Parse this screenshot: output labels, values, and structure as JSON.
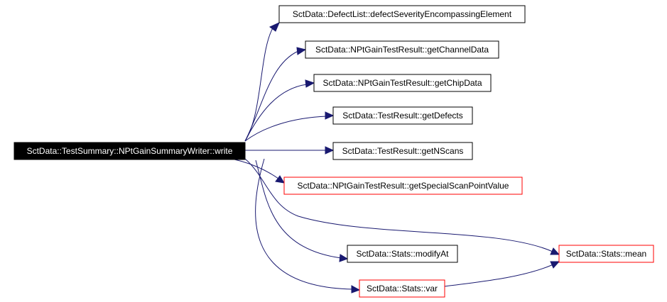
{
  "diagram": {
    "root": {
      "id": "root",
      "label": "SctData::TestSummary::NPtGainSummaryWriter::write"
    },
    "nodes": [
      {
        "id": "n1",
        "label": "SctData::DefectList::defectSeverityEncompassingElement",
        "truncated": false
      },
      {
        "id": "n2",
        "label": "SctData::NPtGainTestResult::getChannelData",
        "truncated": false
      },
      {
        "id": "n3",
        "label": "SctData::NPtGainTestResult::getChipData",
        "truncated": false
      },
      {
        "id": "n4",
        "label": "SctData::TestResult::getDefects",
        "truncated": false
      },
      {
        "id": "n5",
        "label": "SctData::TestResult::getNScans",
        "truncated": false
      },
      {
        "id": "n6",
        "label": "SctData::NPtGainTestResult::getSpecialScanPointValue",
        "truncated": true
      },
      {
        "id": "n7",
        "label": "SctData::Stats::modifyAt",
        "truncated": false
      },
      {
        "id": "n8",
        "label": "SctData::Stats::var",
        "truncated": true
      },
      {
        "id": "n9",
        "label": "SctData::Stats::mean",
        "truncated": true
      }
    ],
    "edges": [
      {
        "from": "root",
        "to": "n1"
      },
      {
        "from": "root",
        "to": "n2"
      },
      {
        "from": "root",
        "to": "n3"
      },
      {
        "from": "root",
        "to": "n4"
      },
      {
        "from": "root",
        "to": "n5"
      },
      {
        "from": "root",
        "to": "n6"
      },
      {
        "from": "root",
        "to": "n9"
      },
      {
        "from": "root",
        "to": "n7"
      },
      {
        "from": "root",
        "to": "n8"
      },
      {
        "from": "n8",
        "to": "n9"
      }
    ],
    "colors": {
      "edge": "#191970",
      "truncated_border": "#ff0000",
      "node_border": "#000000",
      "root_fill": "#000000",
      "root_text": "#ffffff"
    }
  }
}
